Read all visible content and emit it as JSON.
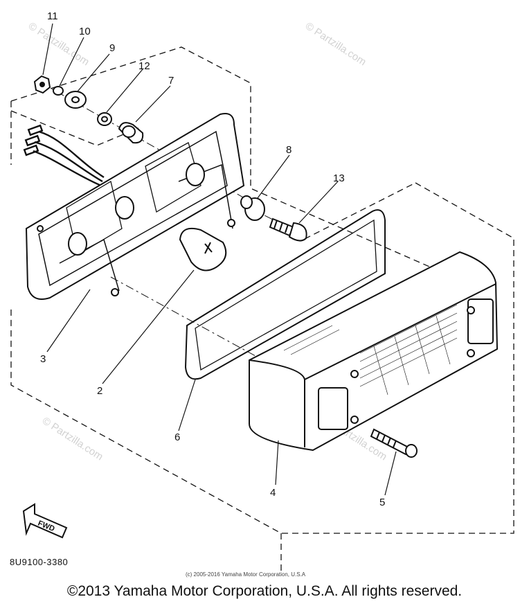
{
  "callouts": {
    "c1": "11",
    "c2": "10",
    "c3": "9",
    "c4": "12",
    "c5": "7",
    "c6": "8",
    "c7": "13",
    "c8": "3",
    "c9": "2",
    "c10": "6",
    "c11": "4",
    "c12": "5"
  },
  "fwd_label": "FWD",
  "part_code": "8U9100-3380",
  "small_copyright": "(c) 2005-2016 Yamaha Motor Corporation, U.S.A",
  "watermark_text": "© Partzilla.com",
  "footer_copyright": "©2013 Yamaha Motor Corporation, U.S.A. All rights reserved."
}
